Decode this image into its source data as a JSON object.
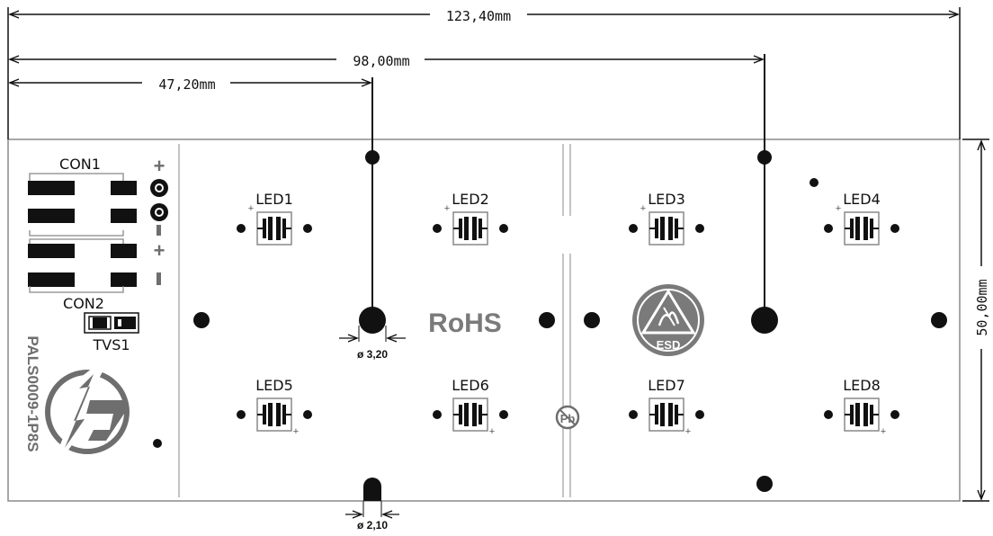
{
  "dimensions": {
    "overall_width": "123,40mm",
    "hole_spacing_98": "98,00mm",
    "hole_spacing_47": "47,20mm",
    "board_height": "50,00mm",
    "hole_diameter_large": "ø 3,20",
    "hole_diameter_small": "ø 2,10"
  },
  "connectors": {
    "con1": "CON1",
    "con2": "CON2",
    "tvs": "TVS1",
    "plus": "+",
    "minus": "-"
  },
  "leds": [
    "LED1",
    "LED2",
    "LED3",
    "LED4",
    "LED5",
    "LED6",
    "LED7",
    "LED8"
  ],
  "marks": {
    "rohs": "RoHS",
    "esd": "ESD",
    "part_number": "PALS0009-1P8S",
    "pb": "Pb"
  },
  "colors": {
    "line": "#111111",
    "board_outline": "#8a8a8a",
    "mark_grey": "#7a7a7a",
    "pad": "#111111"
  }
}
